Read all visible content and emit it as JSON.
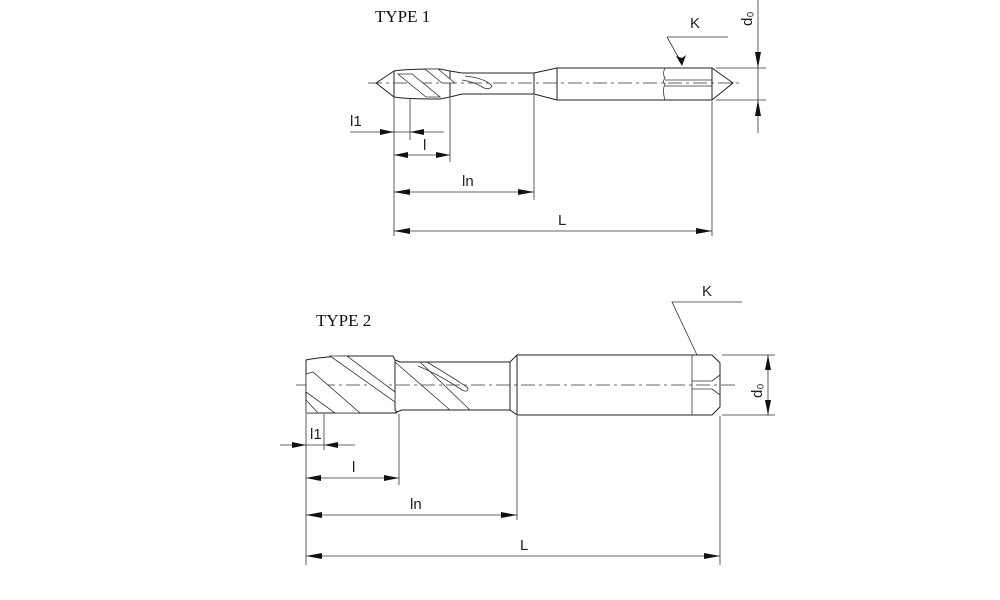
{
  "type1": {
    "title": "TYPE 1",
    "labels": {
      "k": "K",
      "d0": "d₀",
      "l1": "l1",
      "l": "l",
      "ln": "ln",
      "L": "L"
    }
  },
  "type2": {
    "title": "TYPE 2",
    "labels": {
      "k": "K",
      "d0": "d₀",
      "l1": "l1",
      "l": "l",
      "ln": "ln",
      "L": "L"
    }
  }
}
